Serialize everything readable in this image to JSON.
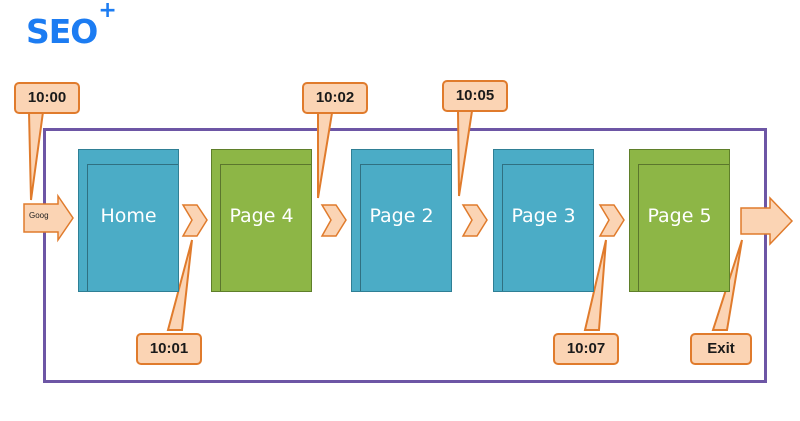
{
  "logo": {
    "text": "SEO",
    "superscript": "+"
  },
  "source": {
    "label": "Goog"
  },
  "pages": [
    {
      "label": "Home",
      "color": "#4bacc6"
    },
    {
      "label": "Page 4",
      "color": "#8db646"
    },
    {
      "label": "Page 2",
      "color": "#4bacc6"
    },
    {
      "label": "Page 3",
      "color": "#4bacc6"
    },
    {
      "label": "Page 5",
      "color": "#8db646"
    }
  ],
  "callouts": [
    {
      "key": "c1000",
      "text": "10:00"
    },
    {
      "key": "c1001",
      "text": "10:01"
    },
    {
      "key": "c1002",
      "text": "10:02"
    },
    {
      "key": "c1005",
      "text": "10:05"
    },
    {
      "key": "c1007",
      "text": "10:07"
    },
    {
      "key": "cexit",
      "text": "Exit"
    }
  ],
  "colors": {
    "callout_fill": "#fbd4b4",
    "callout_border": "#e07b2c",
    "arrow_fill": "#fbd4b4",
    "frame": "#6d56a5",
    "logo": "#1c7cf2"
  }
}
